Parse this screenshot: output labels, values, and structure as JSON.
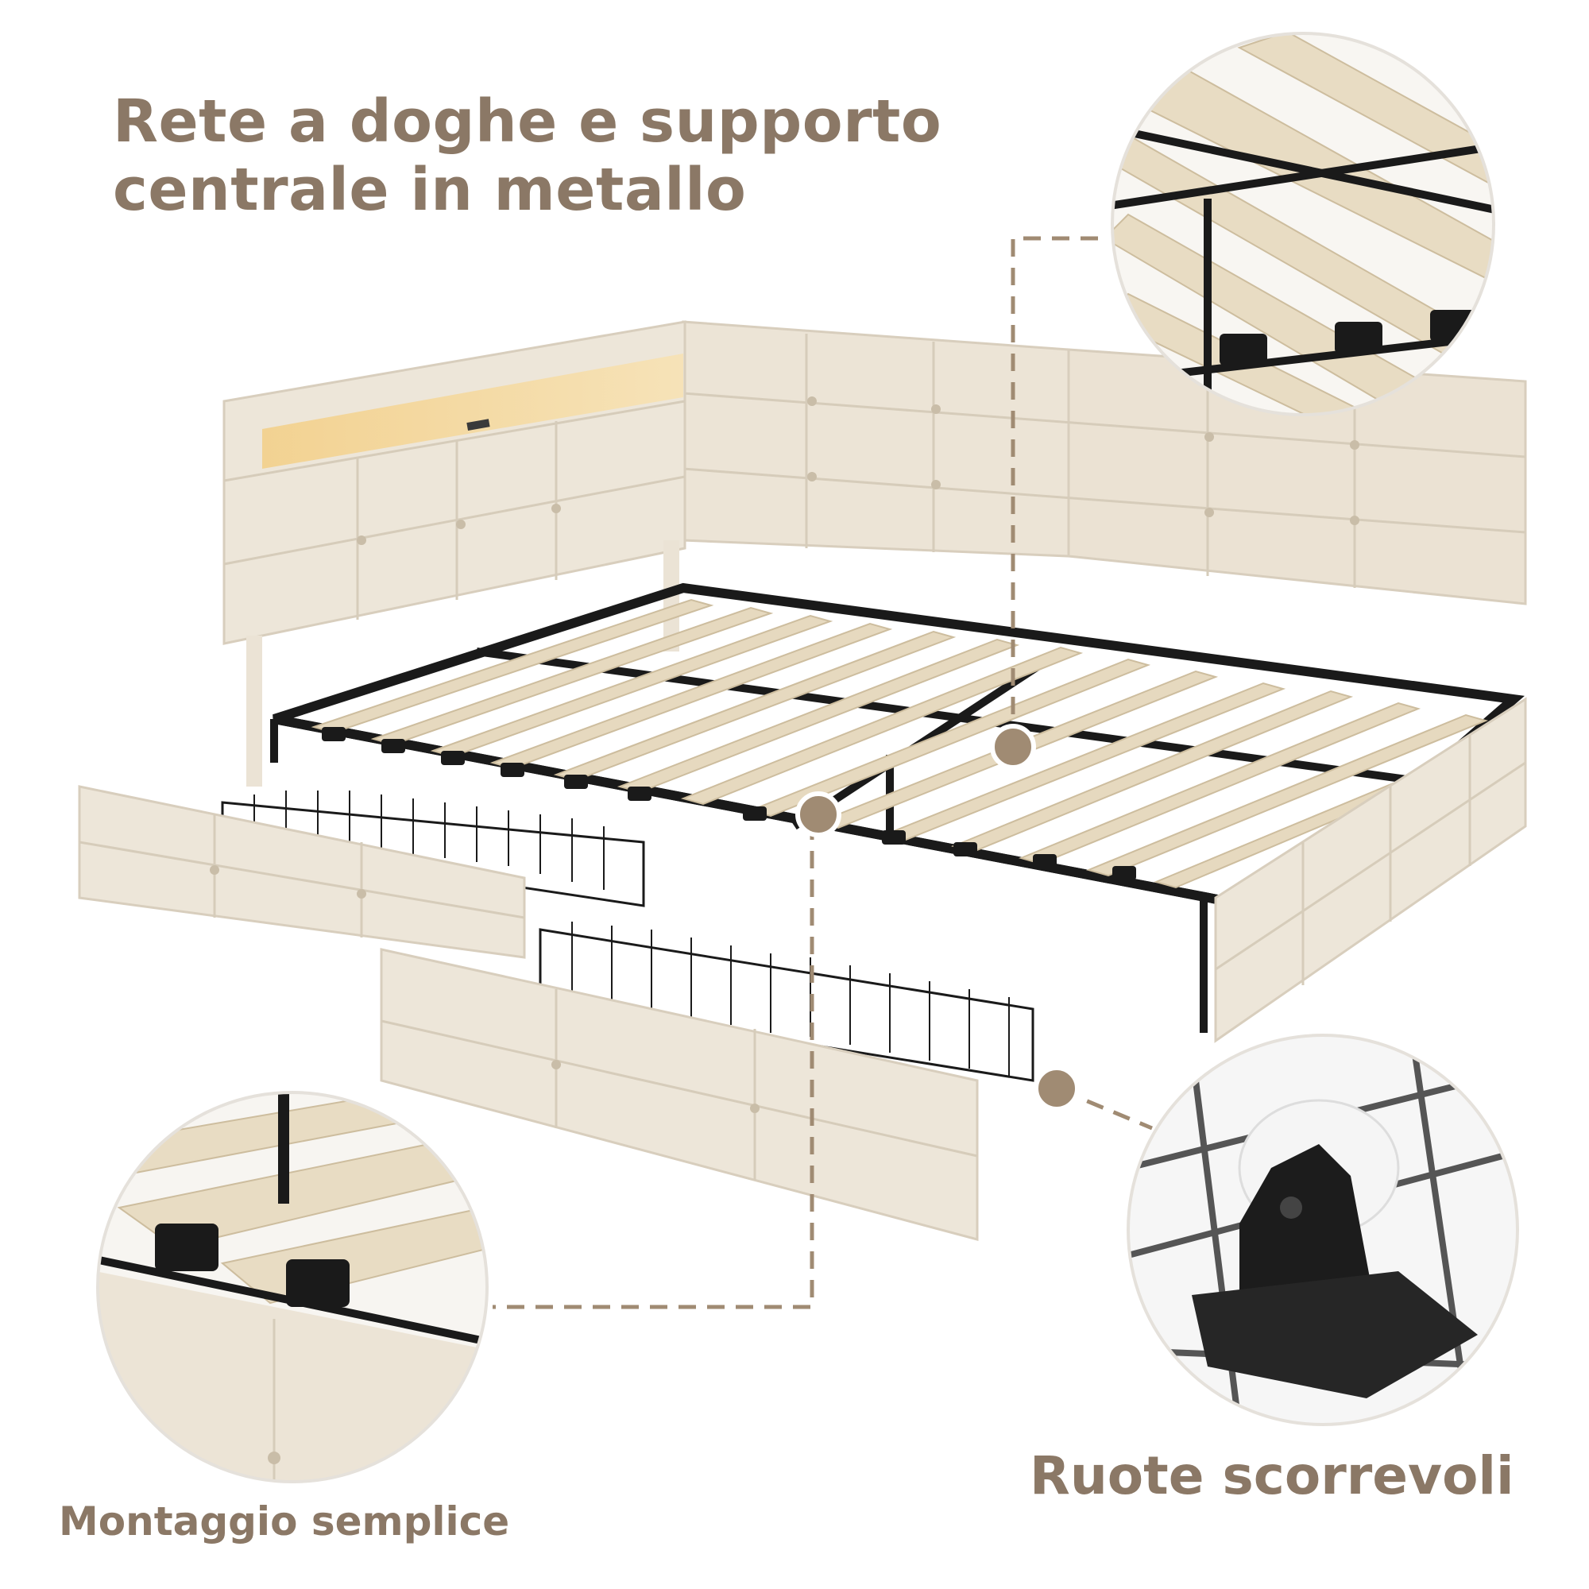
{
  "headline": {
    "line1": "Rete a doghe e supporto",
    "line2": "centrale in metallo"
  },
  "captions": {
    "assembly": "Montaggio semplice",
    "wheels": "Ruote scorrevoli"
  },
  "colors": {
    "text": "#8b7866",
    "upholstery": "#ece4d6",
    "slat": "#e8dcc3",
    "metal": "#1a1a1a",
    "marker": "#a08b73"
  }
}
